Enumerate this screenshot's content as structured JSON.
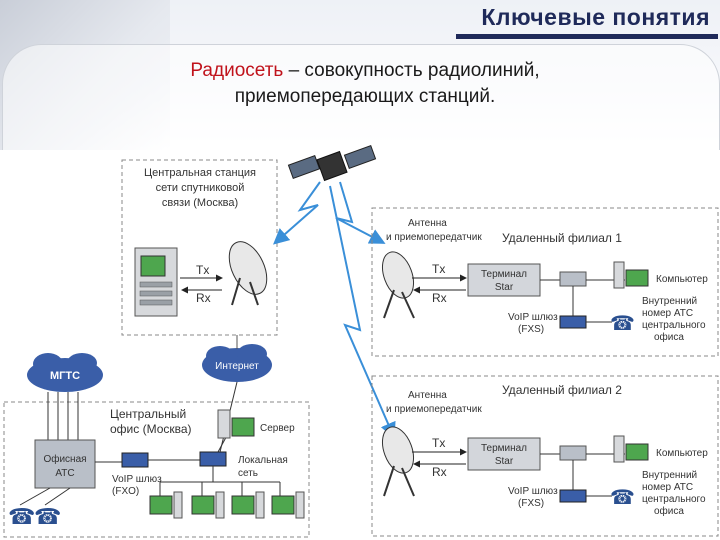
{
  "slide": {
    "title": "Ключевые понятия",
    "definition_term": "Радиосеть",
    "definition_line1_rest": " – совокупность радиолиний,",
    "definition_line2": "приемопередающих станций."
  },
  "diagram": {
    "central_station_label": [
      "Центральная станция",
      "сети спутниковой",
      "связи (Москва)"
    ],
    "tx": "Tx",
    "rx": "Rx",
    "internet": "Интернет",
    "mgts": "МГТС",
    "central_office_label": [
      "Центральный",
      "офис (Москва)"
    ],
    "office_pbx": [
      "Офисная",
      "АТС"
    ],
    "voip_fxo": [
      "VoIP шлюз",
      "(FXO)"
    ],
    "server": "Сервер",
    "lan": [
      "Локальная",
      "сеть"
    ],
    "antenna_transceiver": [
      "Антенна",
      "и приемопередатчик"
    ],
    "branch1_title": "Удаленный филиал 1",
    "branch2_title": "Удаленный филиал 2",
    "terminal_star": [
      "Терминал",
      "Star"
    ],
    "computer": "Компьютер",
    "voip_fxs": [
      "VoIP шлюз",
      "(FXS)"
    ],
    "internal_number": [
      "Внутренний",
      "номер АТС",
      "центрального",
      "офиса"
    ]
  },
  "colors": {
    "title": "#1f2a5a",
    "term": "#c0121b",
    "radio_link": "#3a8fd8",
    "cloud": "#3a5ea8",
    "dashed_box": "#888888"
  }
}
